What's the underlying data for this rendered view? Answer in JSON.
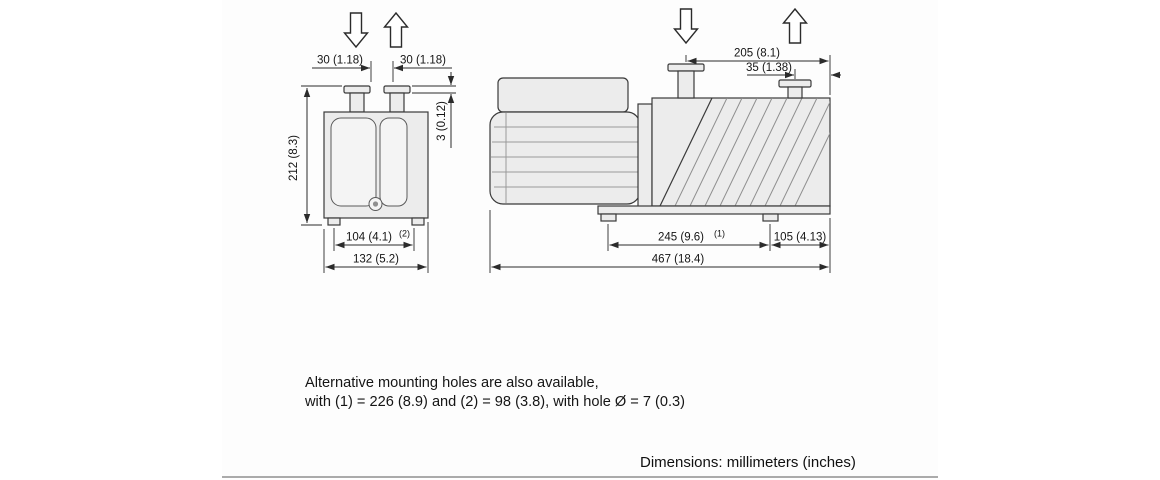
{
  "colors": {
    "outline": "#3a3a3a",
    "dimension": "#2b2b2b",
    "body_fill": "#ececec",
    "bottom_rule": "#ababab"
  },
  "icons": {
    "front_inlet_arrow": "hollow-down-arrow",
    "front_exhaust_arrow": "hollow-up-arrow",
    "side_inlet_arrow": "hollow-down-arrow",
    "side_exhaust_arrow": "hollow-up-arrow"
  },
  "front_view": {
    "dim_port_left": "30 (1.18)",
    "dim_port_right": "30 (1.18)",
    "dim_flange": "3 (0.12)",
    "dim_height": "212 (8.3)",
    "dim_mounting": "104 (4.1)",
    "dim_mounting_note": "(2)",
    "dim_width": "132 (5.2)"
  },
  "side_view": {
    "dim_top_length": "205 (8.1)",
    "dim_exhaust_offset": "35 (1.38)",
    "dim_mounting": "245 (9.6)",
    "dim_mounting_note": "(1)",
    "dim_rear_offset": "105 (4.13)",
    "dim_total_length": "467 (18.4)"
  },
  "notes": {
    "line1": "Alternative mounting holes are also available,",
    "line2": "with (1) = 226 (8.9) and (2) = 98 (3.8), with hole Ø = 7 (0.3)"
  },
  "footer": {
    "caption": "Dimensions: millimeters (inches)"
  }
}
